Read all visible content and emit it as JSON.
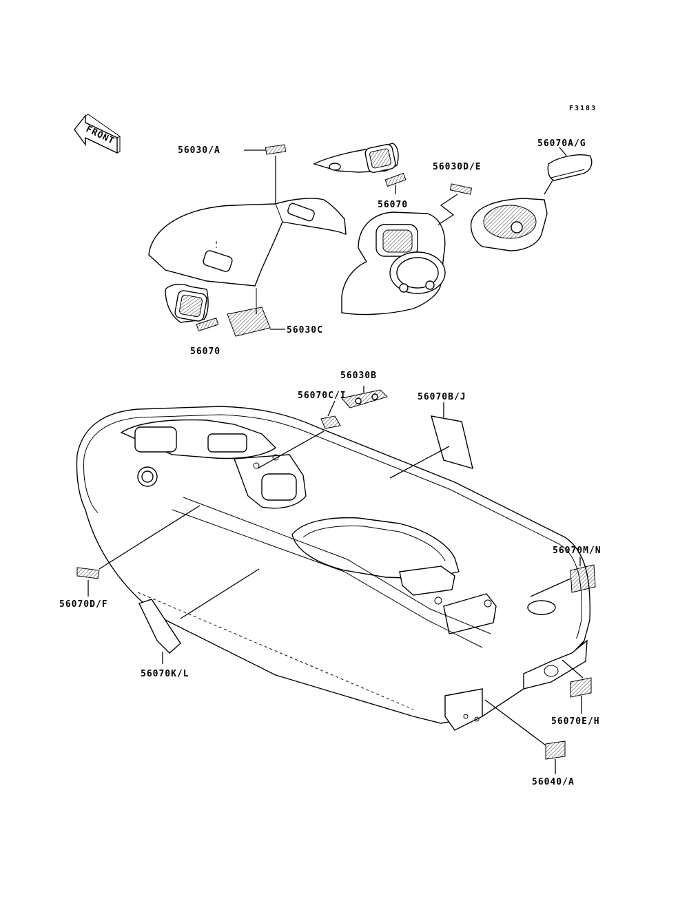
{
  "figure_id": "F3183",
  "front_arrow": "FRONT",
  "labels": {
    "p56030_a": "56030/A",
    "p56070_top": "56070",
    "p56030d_e": "56030D/E",
    "p56070a_g": "56070A/G",
    "p56070_left": "56070",
    "p56030c": "56030C",
    "p56030b": "56030B",
    "p56070c_i": "56070C/I",
    "p56070b_j": "56070B/J",
    "p56070m_n": "56070M/N",
    "p56070d_f": "56070D/F",
    "p56070k_l": "56070K/L",
    "p56070e_h": "56070E/H",
    "p56040_a": "56040/A"
  }
}
